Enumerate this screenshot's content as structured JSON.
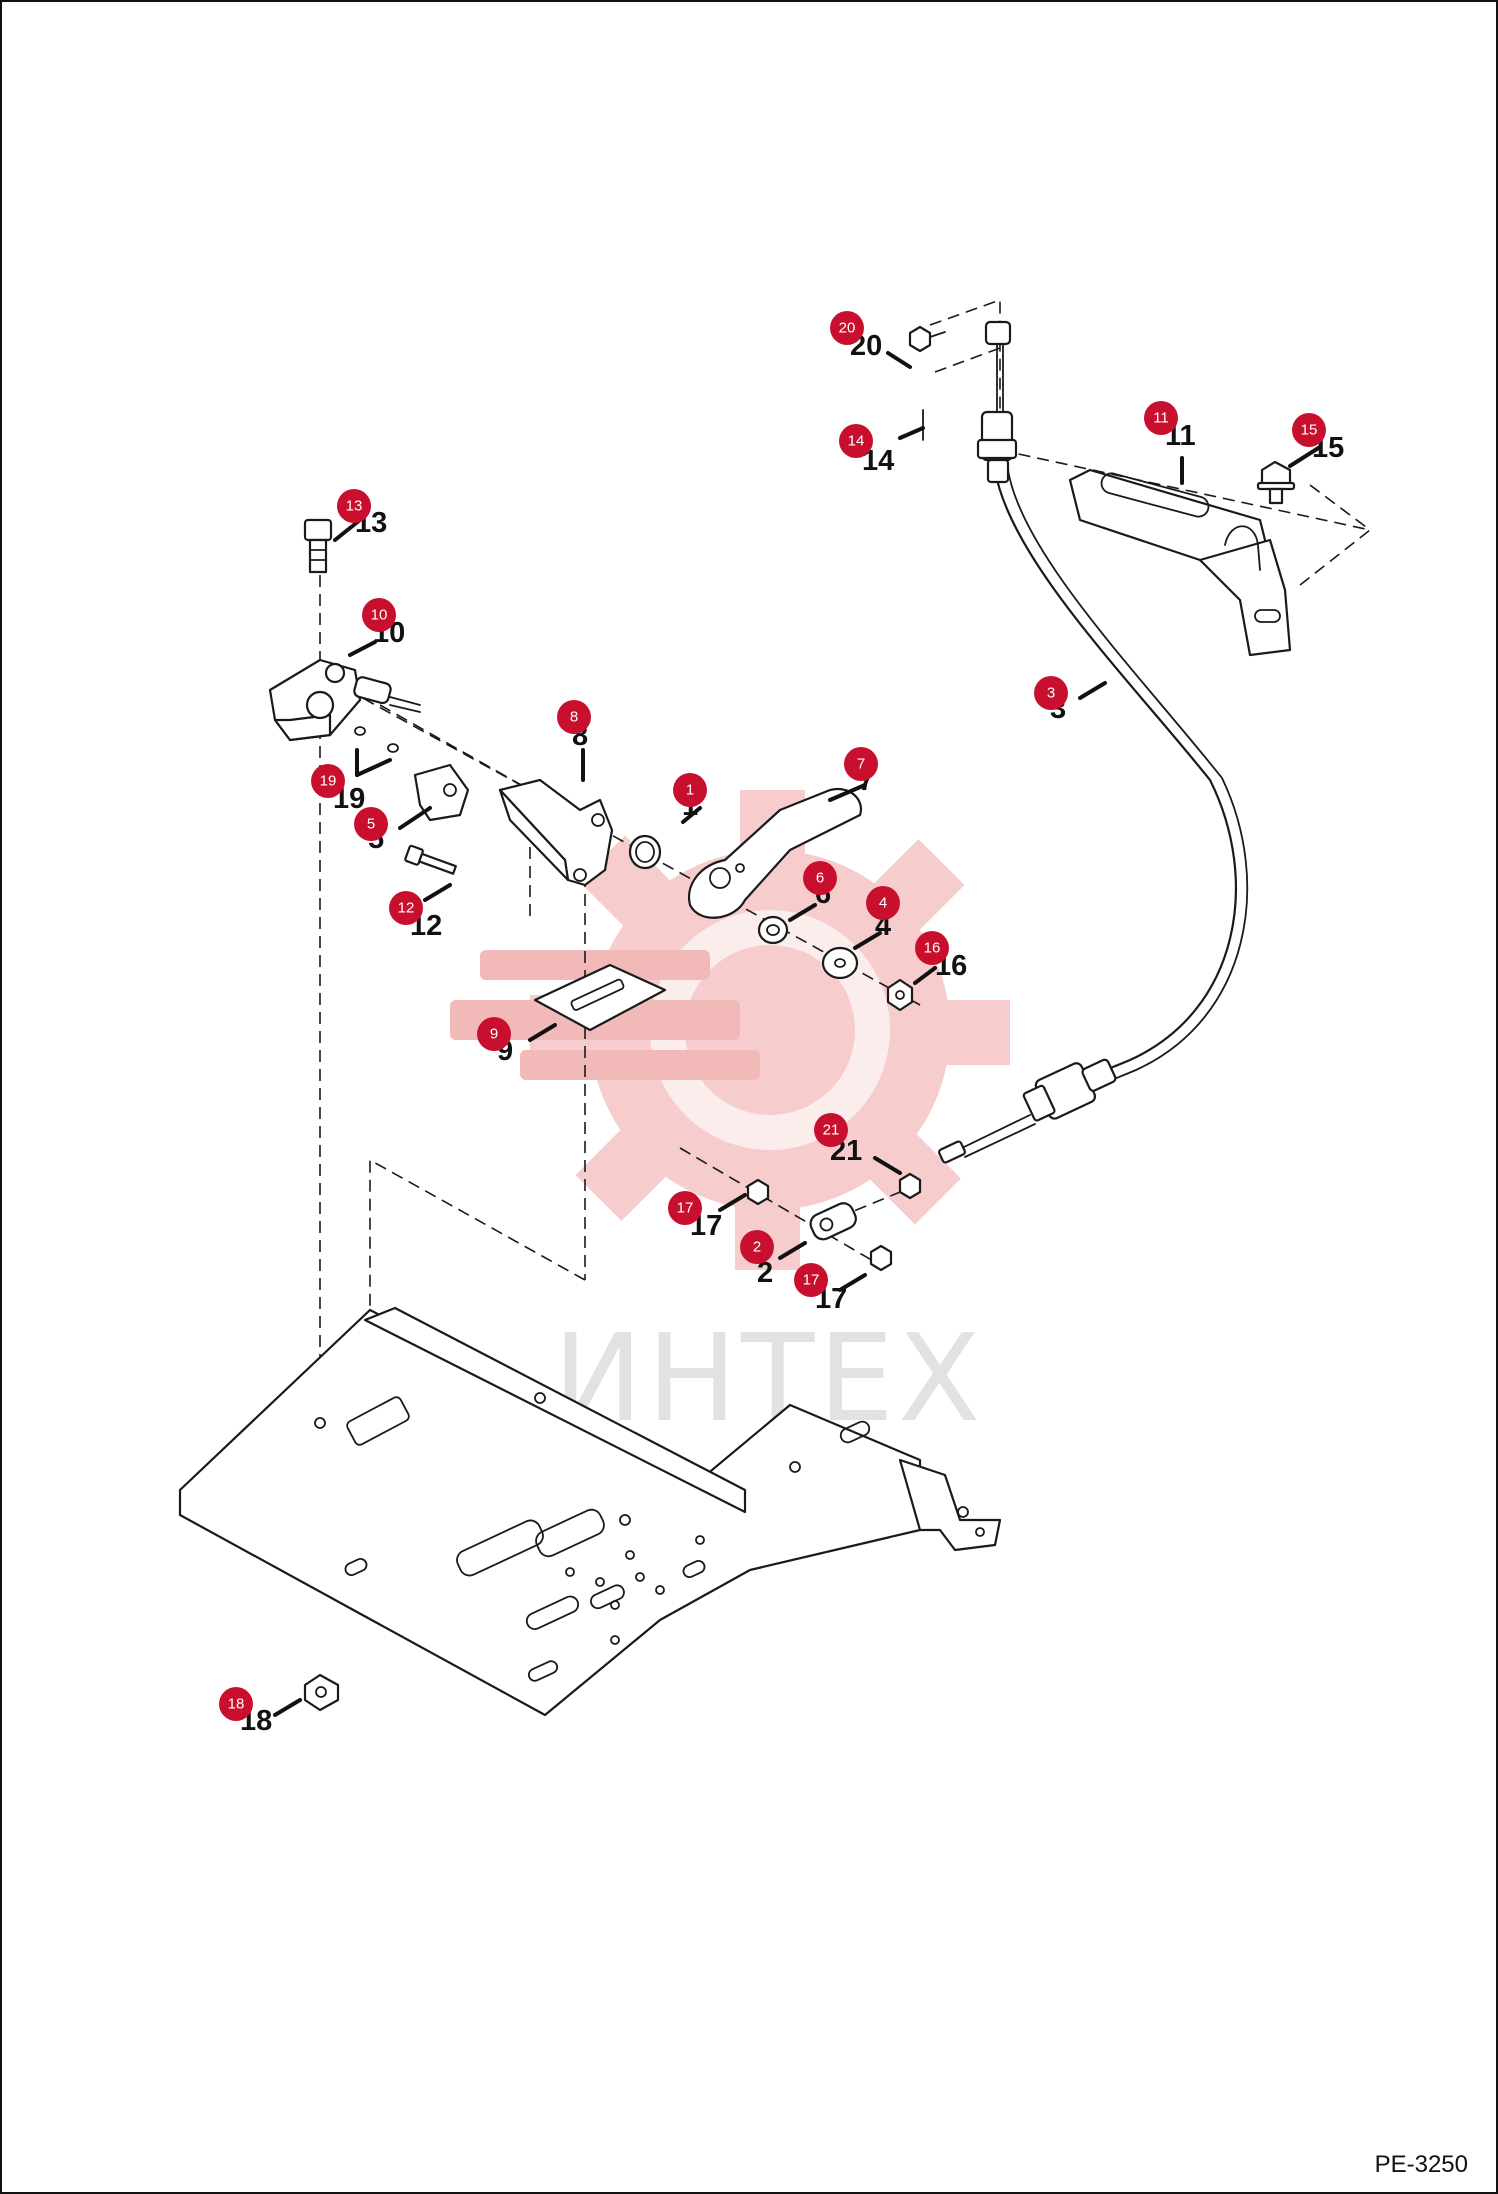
{
  "drawing_code": "PE-3250",
  "watermark_text": "ИНТЕХ",
  "colors": {
    "callout": "#c8102e",
    "line": "#1a1a1a",
    "watermark": "#f3c6c6"
  },
  "callouts": [
    {
      "label": "1"
    },
    {
      "label": "2"
    },
    {
      "label": "3"
    },
    {
      "label": "4"
    },
    {
      "label": "5"
    },
    {
      "label": "6"
    },
    {
      "label": "7"
    },
    {
      "label": "8"
    },
    {
      "label": "9"
    },
    {
      "label": "10"
    },
    {
      "label": "11"
    },
    {
      "label": "12"
    },
    {
      "label": "13"
    },
    {
      "label": "14"
    },
    {
      "label": "15"
    },
    {
      "label": "16"
    },
    {
      "label": "17"
    },
    {
      "label": "17"
    },
    {
      "label": "18"
    },
    {
      "label": "19"
    },
    {
      "label": "20"
    },
    {
      "label": "21"
    }
  ]
}
